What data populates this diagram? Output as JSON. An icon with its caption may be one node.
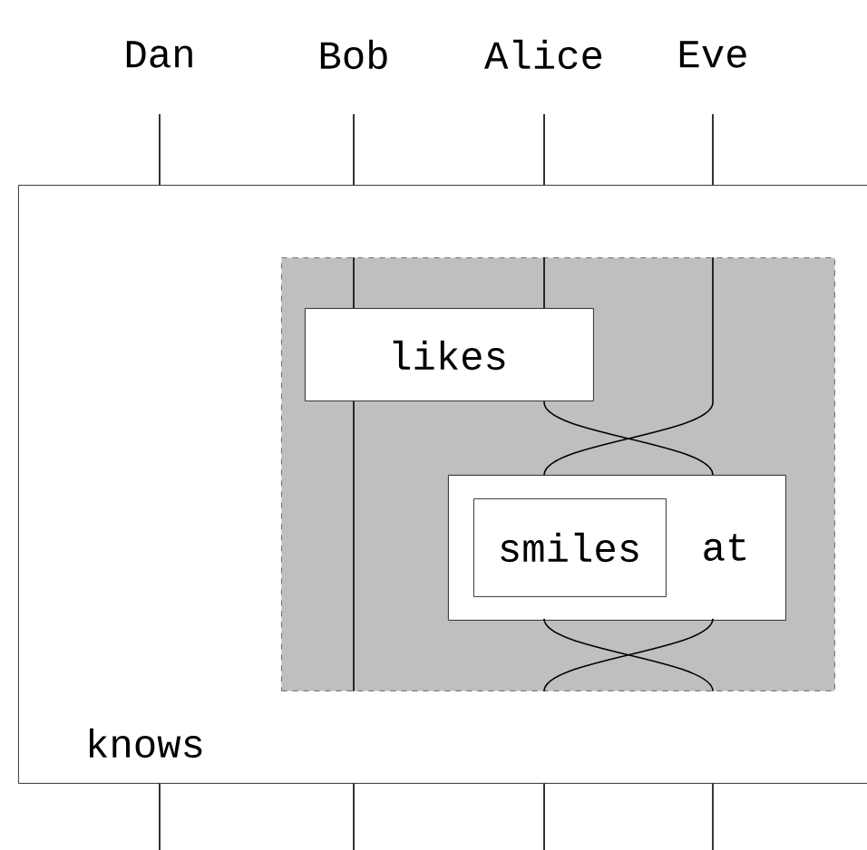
{
  "diagram": {
    "nodes": [
      {
        "text": [
          "knows"
        ]
      },
      {
        "text": [],
        "shape": "box",
        "in": 0
      },
      {
        "text": [
          "likes"
        ],
        "in": 1
      },
      {
        "text": [
          "at"
        ],
        "in": 1
      },
      {
        "text": [
          "smiles"
        ],
        "in": 3
      }
    ],
    "edges": [
      {
        "from": null,
        "to": 0,
        "arrow": "none"
      },
      {
        "from": null,
        "to": 0,
        "arrow": "none"
      },
      {
        "from": null,
        "to": 0,
        "arrow": "none"
      },
      {
        "from": null,
        "to": 0,
        "arrow": "none"
      },
      {
        "from": 0,
        "to": null,
        "arrow": "none"
      },
      {
        "from": 0,
        "to": null,
        "arrow": "none"
      },
      {
        "from": 0,
        "to": null,
        "arrow": "none"
      },
      {
        "from": 0,
        "to": null,
        "arrow": "none"
      },
      {
        "from": 1,
        "to": 2,
        "arrow": "none"
      },
      {
        "from": 1,
        "to": 2,
        "arrow": "none"
      },
      {
        "from": 1,
        "to": 3,
        "arrow": "none"
      },
      {
        "from": 2,
        "to": 3,
        "arrow": "none"
      },
      {
        "from": 2,
        "to": 1,
        "arrow": "none"
      },
      {
        "from": 3,
        "to": 1,
        "arrow": "none"
      }
    ],
    "labels": [
      "Dan",
      "Bob",
      "Alice",
      "Eve"
    ]
  }
}
